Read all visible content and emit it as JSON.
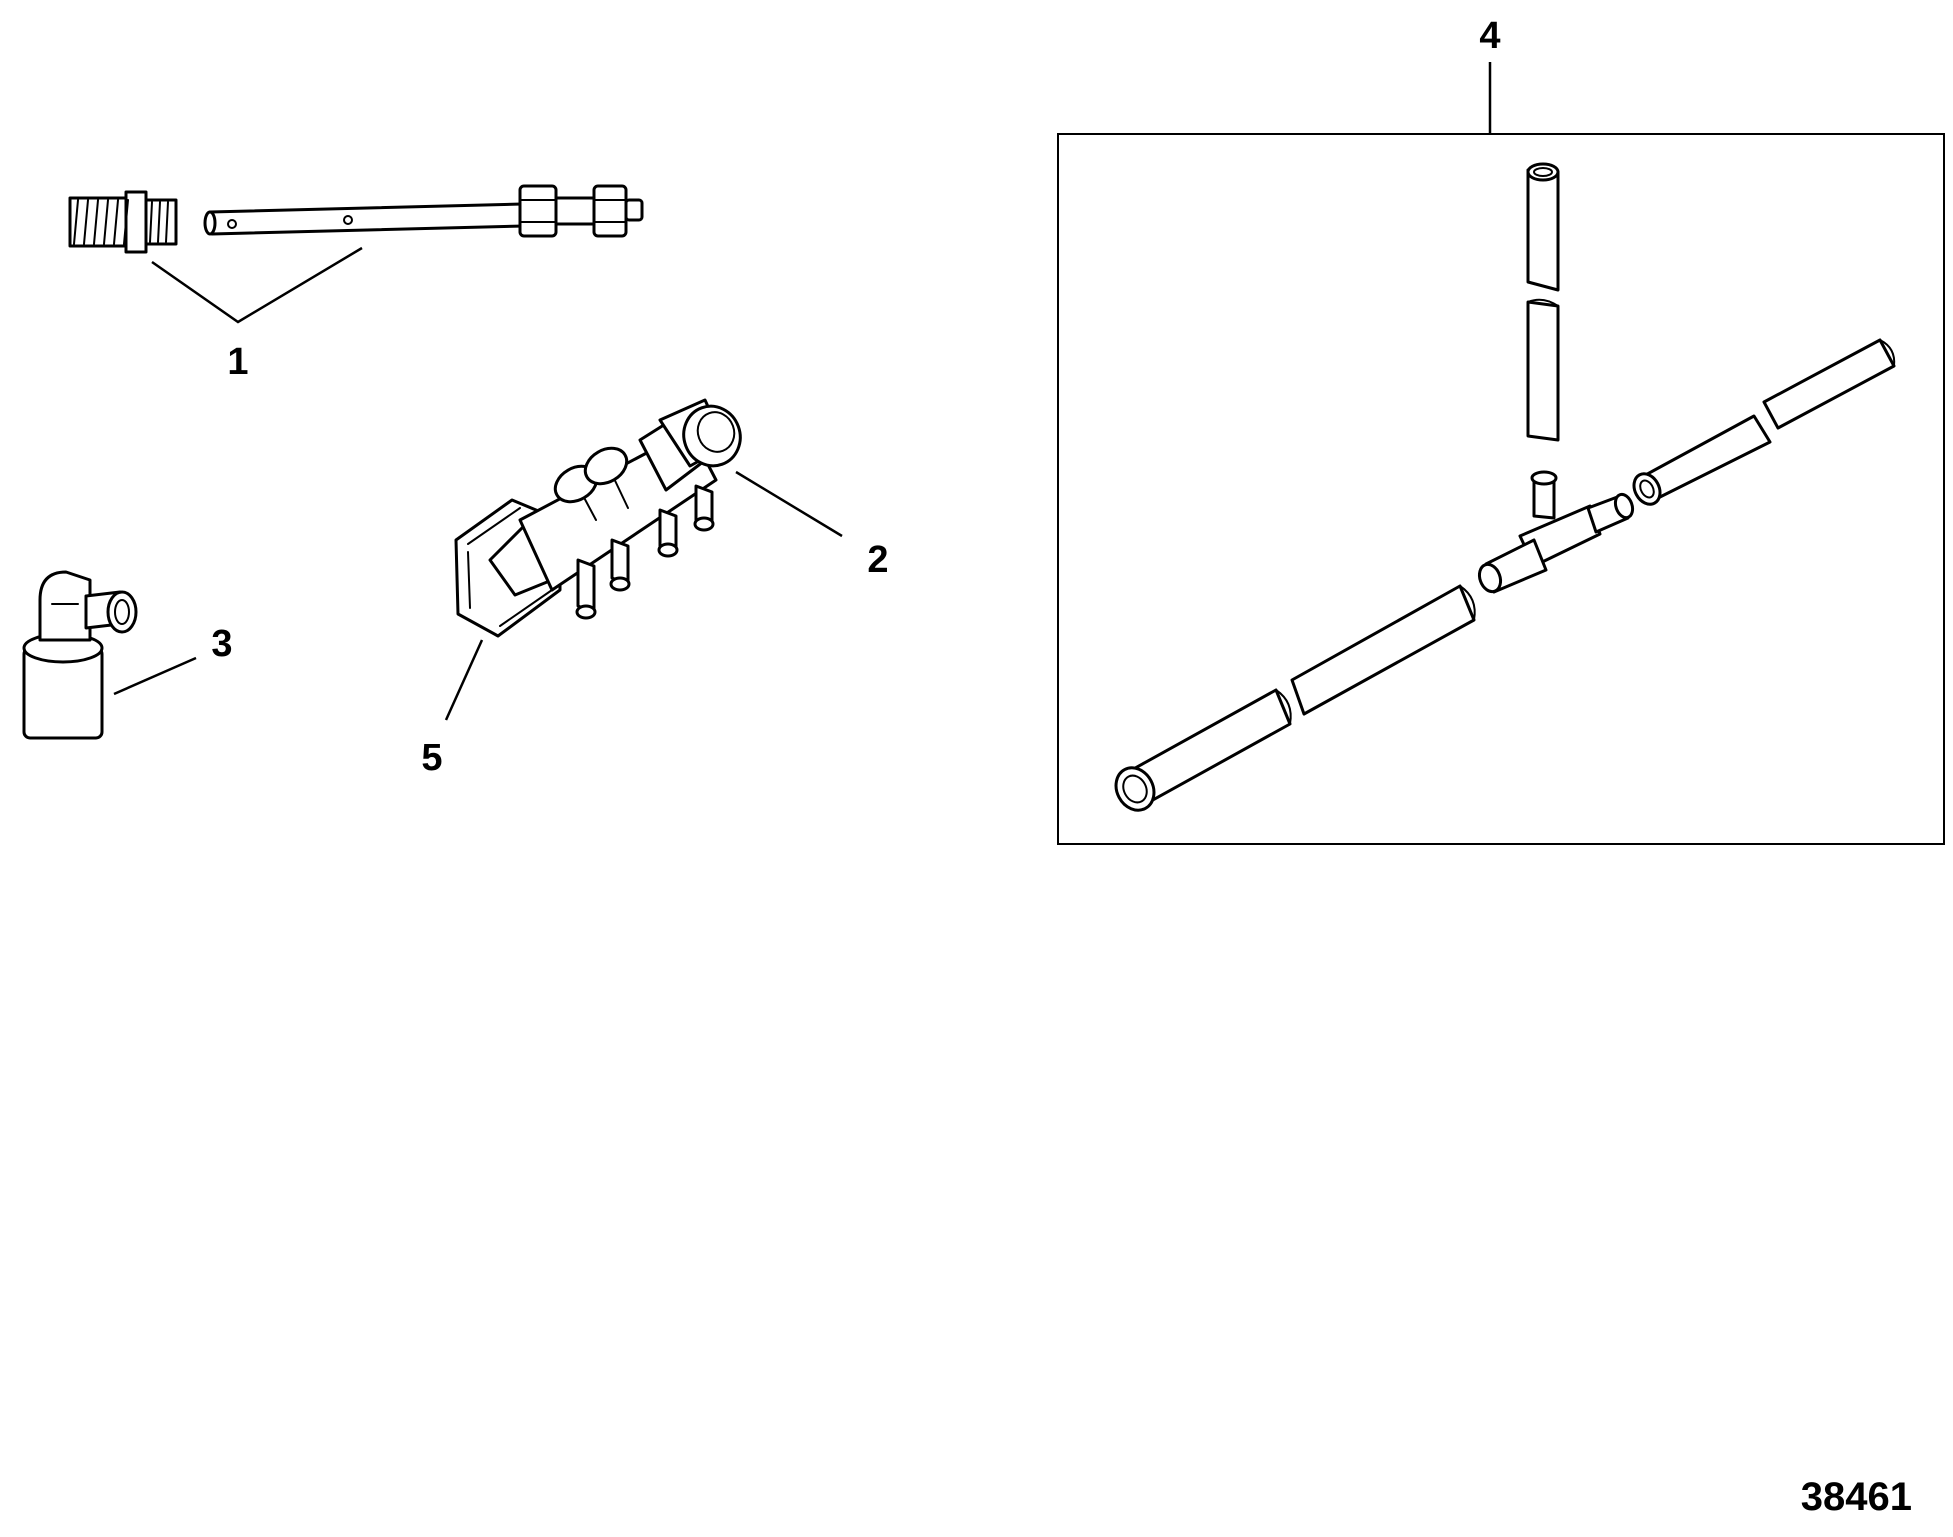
{
  "callouts": {
    "c1": "1",
    "c2": "2",
    "c3": "3",
    "c4": "4",
    "c5": "5"
  },
  "figure_number": "38461"
}
